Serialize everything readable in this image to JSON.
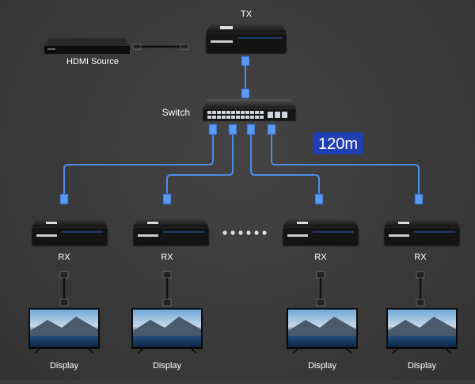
{
  "labels": {
    "tx": "TX",
    "hdmi_source": "HDMI Source",
    "switch": "Switch",
    "distance": "120m"
  },
  "receivers": [
    {
      "rx": "RX",
      "display": "Display"
    },
    {
      "rx": "RX",
      "display": "Display"
    },
    {
      "rx": "RX",
      "display": "Display"
    },
    {
      "rx": "RX",
      "display": "Display"
    }
  ],
  "colors": {
    "cable_blue": "#4a8de8",
    "distance_badge": "#1f3fb3",
    "background": "#3a3a3a"
  },
  "icons": [
    "hdmi-source-box",
    "tx-extender",
    "network-switch",
    "rx-extender",
    "tv-display",
    "rj45-connector",
    "hdmi-cable",
    "ellipsis-dots"
  ]
}
